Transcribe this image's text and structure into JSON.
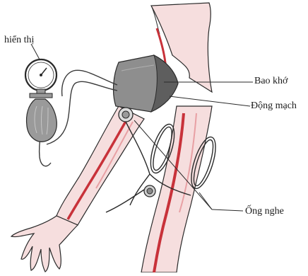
{
  "labels": {
    "display": "hiển thị",
    "cuff": "Bao khớ",
    "artery": "Động mạch",
    "stethoscope": "Ống nghe"
  },
  "colors": {
    "skin": "#f6dede",
    "skin_outline": "#2a2a2a",
    "artery": "#c8323a",
    "artery_light": "#e8a0a4",
    "cuff": "#8e8e8e",
    "cuff_dark": "#5e5e5e",
    "bulb": "#9a9a9a",
    "gauge_face": "#ffffff",
    "tube": "#3a3a3a"
  },
  "icons": {
    "gauge": "pressure-gauge-icon",
    "bulb": "inflation-bulb-icon",
    "stethoscope_head": "stethoscope-chestpiece-icon"
  }
}
